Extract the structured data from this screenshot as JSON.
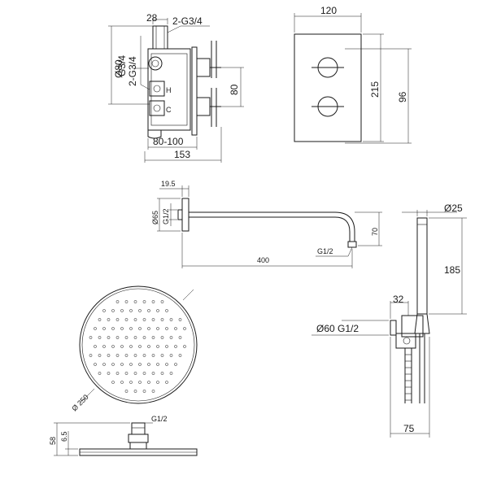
{
  "valve": {
    "dim_top_width": "28",
    "dim_outlet_thread": "2-G3/4",
    "dim_diameter": "Ø80",
    "dim_inlet_g34": "G3/4",
    "dim_inlet_2g34": "2-G3/4",
    "dim_height": "80",
    "dim_depth_range": "80-100",
    "dim_total_depth": "153",
    "hot_mark": "H",
    "cold_mark": "C"
  },
  "faceplate": {
    "dim_width": "120",
    "dim_height": "215",
    "dim_spacing": "96"
  },
  "shower_arm": {
    "dim_flange_depth": "19.5",
    "dim_flange_diameter": "Ø65",
    "dim_wall_thread": "G1/2",
    "dim_length": "400",
    "dim_drop": "70",
    "dim_outlet_thread": "G1/2"
  },
  "hand_shower": {
    "dim_diameter": "Ø25",
    "dim_length": "185",
    "dim_outlet_offset": "32",
    "dim_elbow": "Ø60 G1/2",
    "dim_projection": "75"
  },
  "shower_head": {
    "dim_diameter": "Ø 250",
    "dim_connection": "G1/2",
    "dim_total_height": "58",
    "dim_plate_thickness": "6.5"
  }
}
